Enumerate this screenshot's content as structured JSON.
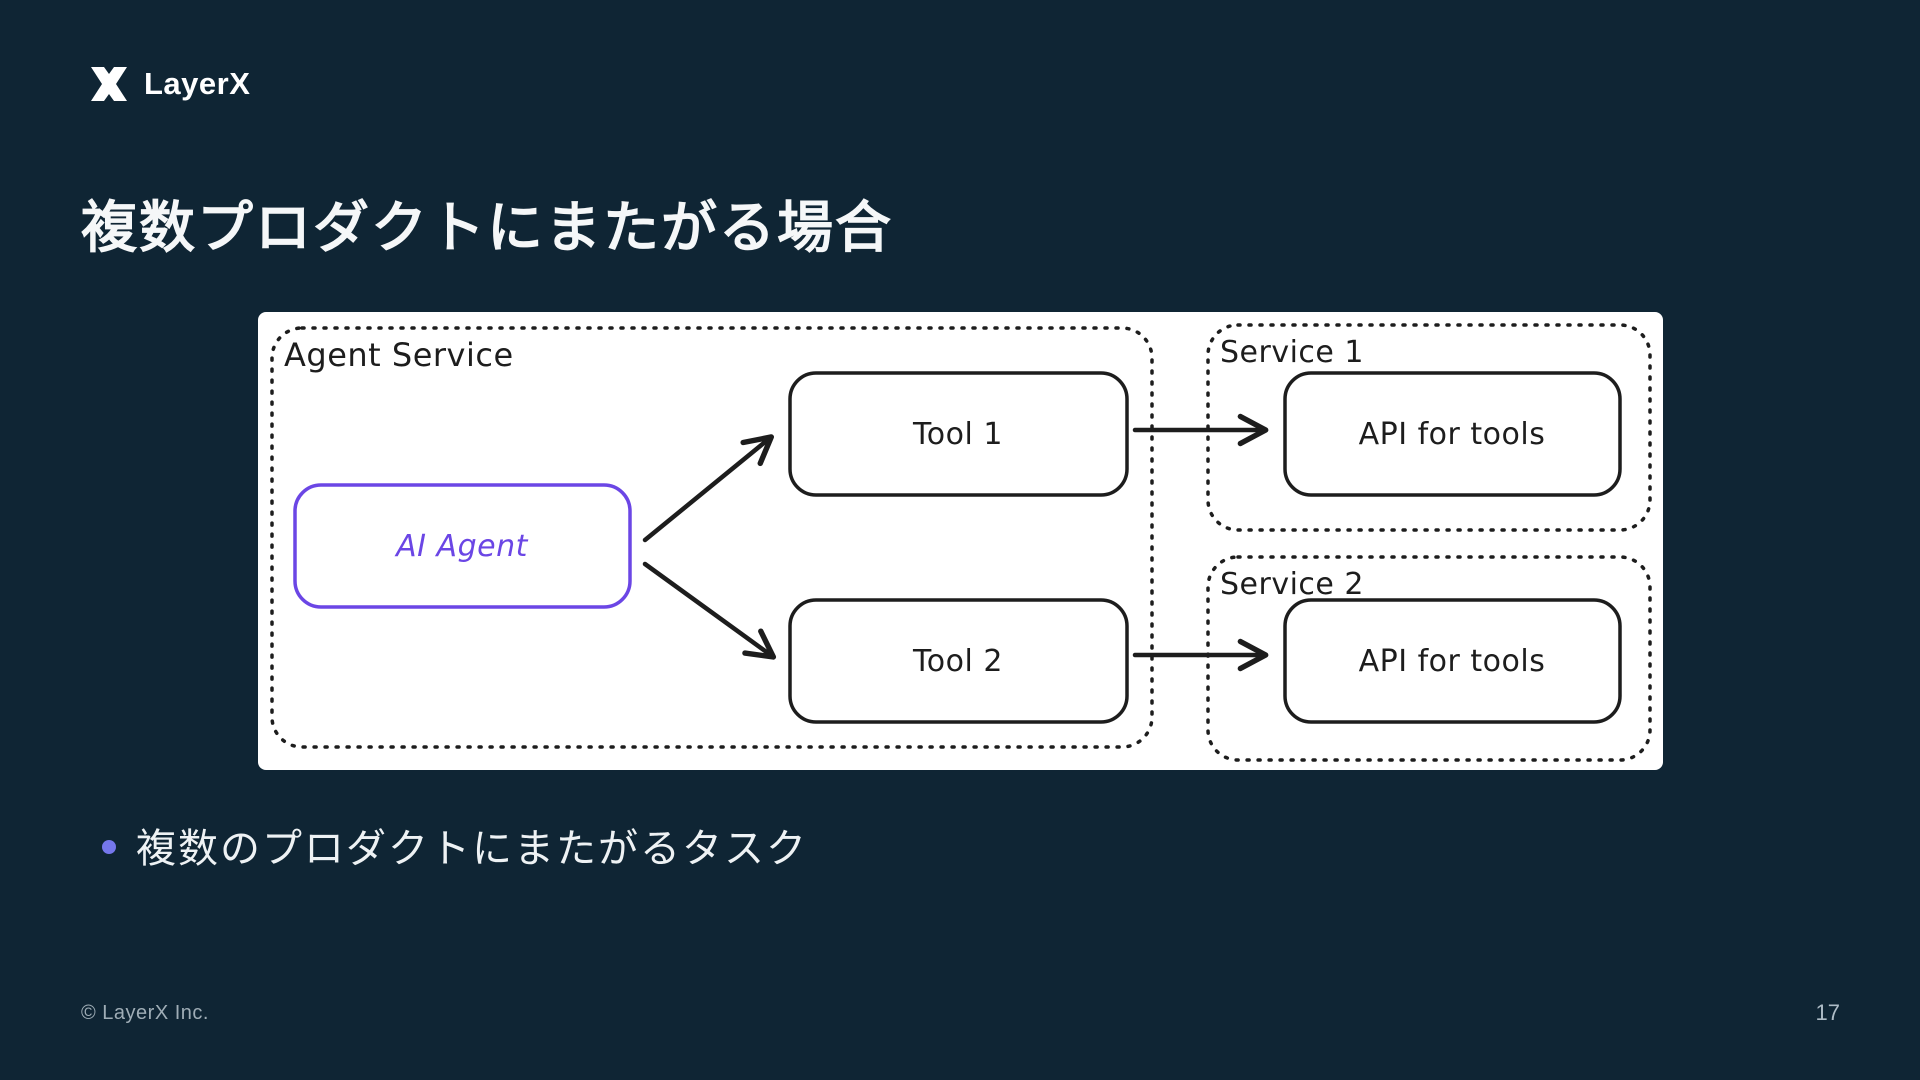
{
  "logo": {
    "text": "LayerX"
  },
  "title": "複数プロダクトにまたがる場合",
  "diagram": {
    "agent_service_label": "Agent Service",
    "ai_agent_label": "AI Agent",
    "tool1_label": "Tool 1",
    "tool2_label": "Tool 2",
    "service1_label": "Service 1",
    "service2_label": "Service 2",
    "api1_label": "API for tools",
    "api2_label": "API for tools"
  },
  "bullet": "複数のプロダクトにまたがるタスク",
  "footer": {
    "copyright": "© LayerX Inc.",
    "page_number": "17"
  },
  "colors": {
    "background": "#0f2534",
    "panel": "#ffffff",
    "ink": "#1d1d1d",
    "accent_purple": "#6b46e5",
    "bullet_dot": "#7577ec",
    "footer_text": "#9fadb6"
  }
}
